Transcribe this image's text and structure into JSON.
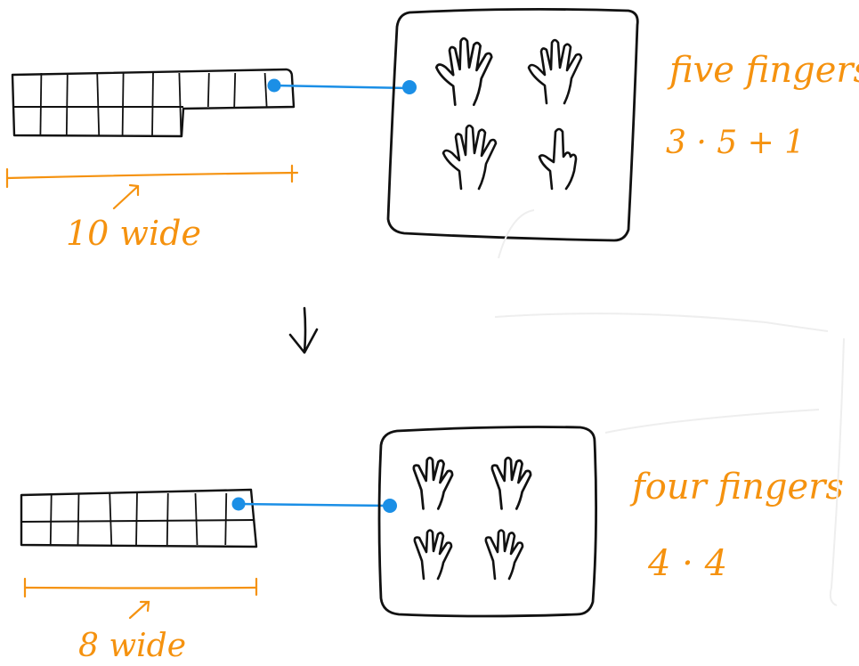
{
  "colors": {
    "ink": "#111111",
    "annotation": "#f5920f",
    "connector": "#1b8fe6",
    "faint": "#eeeeee"
  },
  "top": {
    "grid": {
      "rows": 2,
      "columns": 10,
      "second_row_cells": 6
    },
    "width_label": "10 wide",
    "finger_label": "five fingers",
    "expression": "3 · 5 + 1",
    "hands": [
      "open-hand-icon",
      "open-hand-icon",
      "open-hand-icon",
      "pointing-hand-icon"
    ]
  },
  "arrow_icon": "down-arrow-icon",
  "bottom": {
    "grid": {
      "rows": 2,
      "columns": 8,
      "second_row_cells": 8
    },
    "width_label": "8 wide",
    "finger_label": "four fingers",
    "expression": "4 · 4",
    "hands": [
      "four-finger-hand-icon",
      "four-finger-hand-icon",
      "four-finger-hand-icon",
      "four-finger-hand-icon"
    ]
  }
}
